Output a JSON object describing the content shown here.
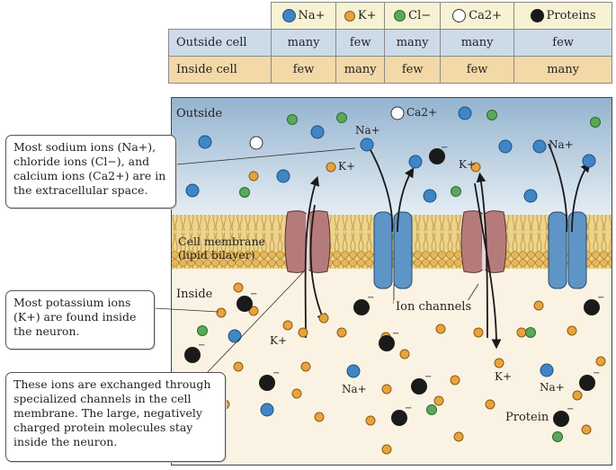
{
  "table": {
    "header_labels": [
      "Na+",
      "K+",
      "Cl−",
      "Ca2+",
      "Proteins"
    ],
    "header_colors": [
      "#3f86c6",
      "#e8a33d",
      "#5aa85a",
      "#ffffff",
      "#1a1a1a"
    ],
    "rows": [
      {
        "label": "Outside cell",
        "values": [
          "many",
          "few",
          "many",
          "many",
          "few"
        ]
      },
      {
        "label": "Inside cell",
        "values": [
          "few",
          "many",
          "few",
          "few",
          "many"
        ]
      }
    ]
  },
  "diagram": {
    "outside_label": "Outside",
    "inside_label": "Inside",
    "membrane_label_1": "Cell membrane",
    "membrane_label_2": "(lipid bilayer)",
    "ion_channels_label": "Ion channels",
    "protein_label": "Protein",
    "charge_sign": "−",
    "ion_labels": {
      "na": "Na+",
      "k": "K+",
      "ca": "Ca2+"
    },
    "colors": {
      "outside_top": "#93b3cf",
      "outside_bottom": "#e6eef4",
      "inside": "#faf3e3",
      "membrane": "#e9cf7e",
      "lipid_head": "#e7b75a",
      "channel_blue": "#5e95c6",
      "channel_red": "#b57b7b",
      "na": "#3f86c6",
      "k": "#e8a33d",
      "cl": "#5aa85a",
      "ca": "#ffffff",
      "protein": "#1a1a1a"
    }
  },
  "callouts": {
    "sodium": {
      "line1": "Most sodium ions (Na+),",
      "line2": "chloride ions (Cl−), and",
      "line3": "calcium ions (Ca2+) are in",
      "line4": "the extracellular space."
    },
    "potassium": {
      "line1": "Most potassium ions",
      "line2": "(K+) are found inside",
      "line3": "the neuron."
    },
    "exchange": {
      "line1": "These ions are exchanged through",
      "line2": "specialized channels in the cell",
      "line3": "membrane. The large, negatively",
      "line4": "charged protein molecules stay",
      "line5": "inside the neuron."
    }
  }
}
